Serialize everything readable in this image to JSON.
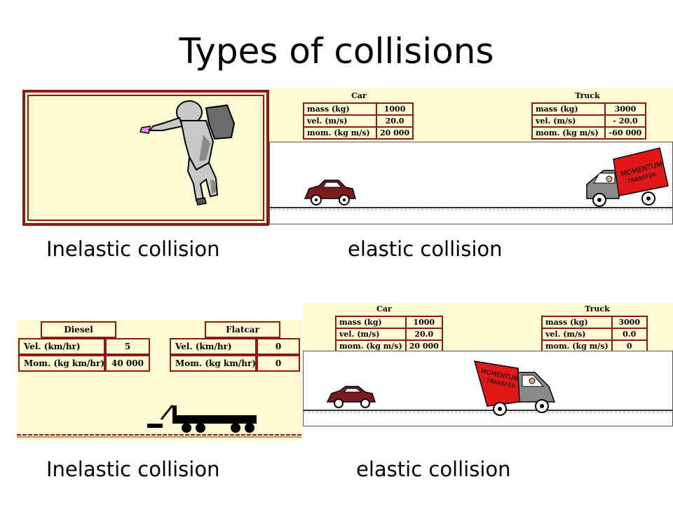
{
  "slide": {
    "title": "Types of collisions",
    "captions": {
      "top_left": "Inelastic collision",
      "top_right": "elastic collision",
      "bottom_left": "Inelastic collision",
      "bottom_right": "elastic collision"
    }
  },
  "panel_tr": {
    "car": {
      "heading": "Car",
      "rows": [
        {
          "label": "mass (kg)",
          "value": "1000"
        },
        {
          "label": "vel. (m/s)",
          "value": "20.0"
        },
        {
          "label": "mom. (kg m/s)",
          "value": "20 000"
        }
      ]
    },
    "truck": {
      "heading": "Truck",
      "rows": [
        {
          "label": "mass (kg)",
          "value": "3000"
        },
        {
          "label": "vel. (m/s)",
          "value": "- 20.0"
        },
        {
          "label": "mom. (kg m/s)",
          "value": "-60 000"
        }
      ]
    },
    "truck_sign_1": "MOMENTUM",
    "truck_sign_2": "TRANSFER"
  },
  "panel_bl": {
    "diesel": {
      "heading": "Diesel",
      "rows": [
        {
          "label": "Vel. (km/hr)",
          "value": "5"
        },
        {
          "label": "Mom. (kg km/hr)",
          "value": "40 000"
        }
      ]
    },
    "flatcar": {
      "heading": "Flatcar",
      "rows": [
        {
          "label": "Vel. (km/hr)",
          "value": "0"
        },
        {
          "label": "Mom. (kg km/hr)",
          "value": "0"
        }
      ]
    }
  },
  "panel_br": {
    "car": {
      "heading": "Car",
      "rows": [
        {
          "label": "mass (kg)",
          "value": "1000"
        },
        {
          "label": "vel. (m/s)",
          "value": "20.0"
        },
        {
          "label": "mom. (kg m/s)",
          "value": "20 000"
        }
      ]
    },
    "truck": {
      "heading": "Truck",
      "rows": [
        {
          "label": "mass (kg)",
          "value": "3000"
        },
        {
          "label": "vel. (m/s)",
          "value": "0.0"
        },
        {
          "label": "mom. (kg m/s)",
          "value": "0"
        }
      ]
    },
    "truck_sign_1": "MOMENTUM",
    "truck_sign_2": "TRANSFER"
  },
  "colors": {
    "cream": "#fffbd0",
    "border_red": "#8b1a1a",
    "truck_red": "#e01818",
    "car_red": "#7a1c1c"
  }
}
